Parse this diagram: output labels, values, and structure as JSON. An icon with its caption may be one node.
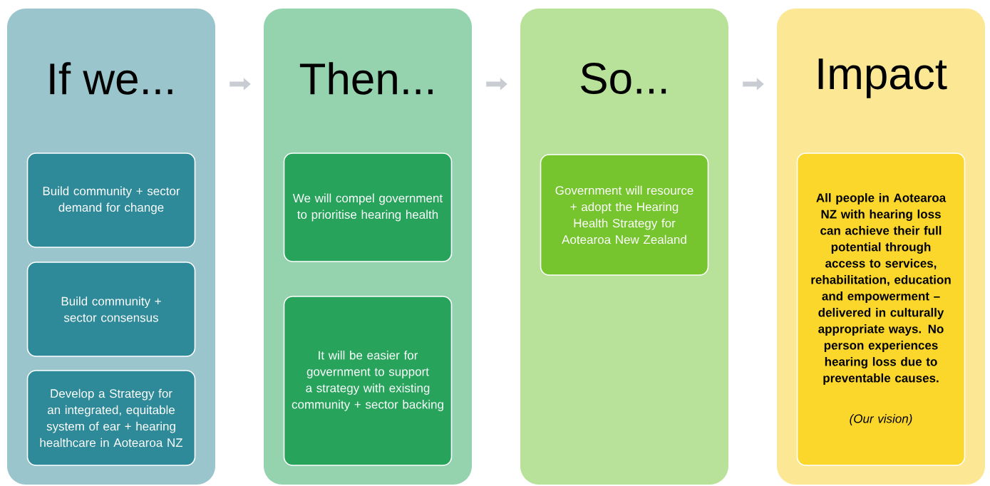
{
  "diagram": {
    "nodes": [
      {
        "text": [
          "If we..."
        ]
      },
      {
        "text": [
          "Build community + sector demand for change"
        ],
        "in": 0
      },
      {
        "text": [
          "Build community + sector consensus"
        ],
        "in": 0
      },
      {
        "text": [
          "Develop a Strategy for an integrated, equitable system of ear + hearing healthcare in Aotearoa NZ"
        ],
        "in": 0
      },
      {
        "text": [
          "Then..."
        ]
      },
      {
        "text": [
          "We will compel government to prioritise hearing health"
        ],
        "in": 4
      },
      {
        "text": [
          "It will be easier for government to support a strategy with existing community + sector backing"
        ],
        "in": 4
      },
      {
        "text": [
          "So..."
        ]
      },
      {
        "text": [
          "Government will resource + adopt the Hearing Health Strategy for Aotearoa New Zealand"
        ],
        "in": 7
      },
      {
        "text": [
          "Impact"
        ]
      },
      {
        "text": [
          "All people in Aotearoa NZ with hearing loss can achieve their full potential through access to services, rehabilitation, education and empowerment – delivered in culturally appropriate ways. No person experiences hearing loss due to preventable causes.",
          "(Our vision)"
        ],
        "in": 9
      }
    ],
    "edges": [
      {
        "from": 0,
        "to": 4,
        "arrow": "to"
      },
      {
        "from": 4,
        "to": 7,
        "arrow": "to"
      },
      {
        "from": 7,
        "to": 9,
        "arrow": "to"
      }
    ]
  }
}
